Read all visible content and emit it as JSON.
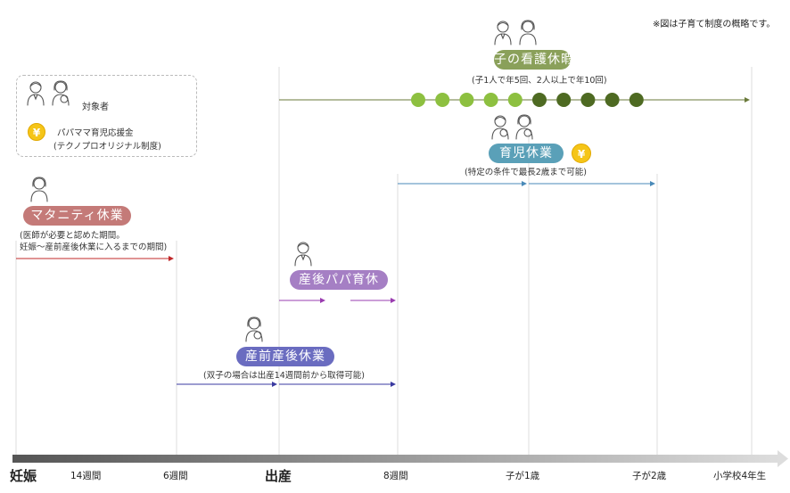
{
  "note": "※図は子育て制度の概略です。",
  "legend": {
    "target_label": "対象者",
    "yen_symbol": "¥",
    "support_line1": "パパママ育児応援金",
    "support_line2": "(テクノプロオリジナル制度)"
  },
  "programs": {
    "nursing": {
      "title": "子の看護休暇",
      "note": "(子1人で年5回、2人以上で年10回)",
      "color": "#8aa05a"
    },
    "childcare": {
      "title": "育児休業",
      "note": "(特定の条件で最長2歳まで可能)",
      "color": "#5aa0b8"
    },
    "maternity": {
      "title": "マタニティ休業",
      "note_line1": "(医師が必要と認めた期間。",
      "note_line2": "妊娠～産前産後休業に入るまでの期間)",
      "color": "#c47a78"
    },
    "papa": {
      "title": "産後パパ育休",
      "color": "#a57fc4"
    },
    "prepost": {
      "title": "産前産後休業",
      "note": "(双子の場合は出産14週間前から取得可能)",
      "color": "#6a6cc0"
    }
  },
  "timeline": {
    "labels": [
      "妊娠",
      "14週間",
      "6週間",
      "出産",
      "8週間",
      "子が1歳",
      "子が2歳",
      "小学校4年生"
    ]
  },
  "dots": {
    "light_color": "#8dc040",
    "dark_color": "#4e6a22",
    "light_count": 5,
    "dark_count": 5
  }
}
